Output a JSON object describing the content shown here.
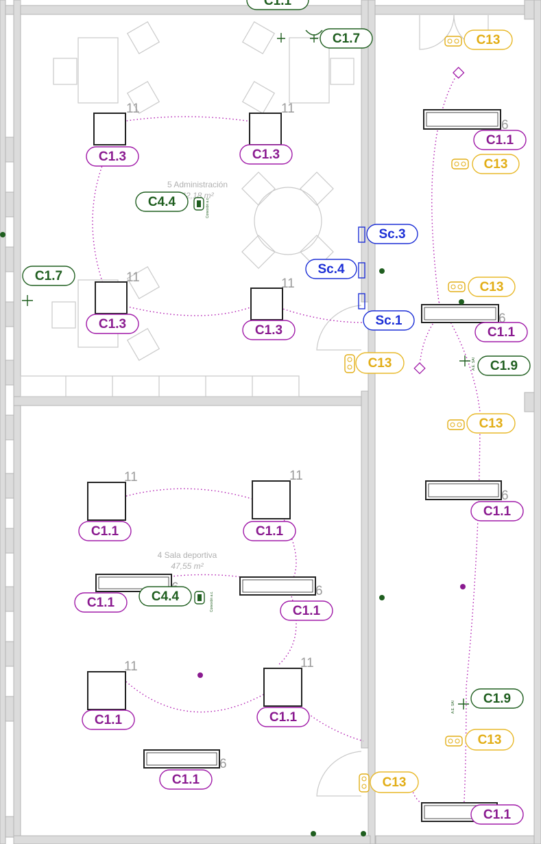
{
  "rooms": [
    {
      "name": "5 Administración",
      "area": "42,18 m²"
    },
    {
      "name": "4 Sala deportiva",
      "area": "47,55 m²"
    }
  ],
  "fixture_numbers": [
    "11",
    "6"
  ],
  "labels": {
    "c1_1": "C1.1",
    "c1_3": "C1.3",
    "c1_7": "C1.7",
    "c1_9": "C1.9",
    "c4_4": "C4.4",
    "c13": "C13",
    "sc1": "Sc.1",
    "sc3": "Sc.3",
    "sc4": "Sc.4"
  },
  "small_notes": {
    "socket_note": "Conexión a.c.",
    "sai_note": "A.E. SAI"
  },
  "colors": {
    "circuit_lighting": "#b01ab0",
    "circuit_power": "#1f5e1f",
    "switch_circuit": "#1c2fd6",
    "socket_circuit": "#e2ad15",
    "wall": "#dcdcdc"
  }
}
